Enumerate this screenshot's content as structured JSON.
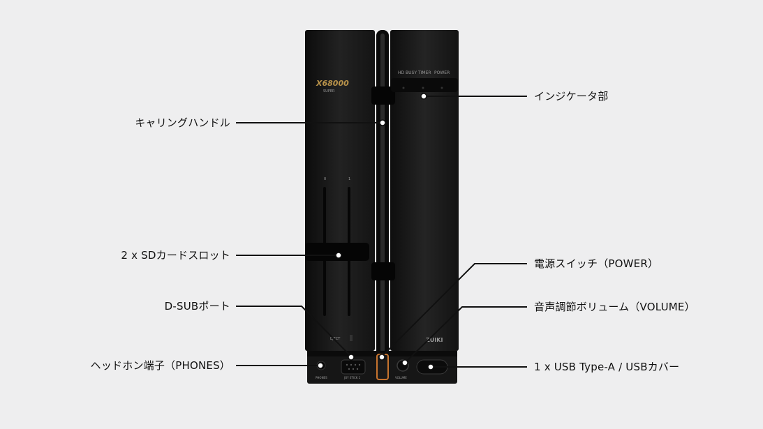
{
  "callouts": {
    "carrying_handle": "キャリングハンドル",
    "sd_slots": "2 x SDカードスロット",
    "dsub_port": "D-SUBポート",
    "phones": "ヘッドホン端子（PHONES）",
    "indicators": "インジケータ部",
    "power_switch": "電源スイッチ（POWER）",
    "volume": "音声調節ボリューム（VOLUME）",
    "usb": "1 x USB Type-A / USBカバー"
  },
  "device": {
    "logo": "X68000",
    "logo_sub": "SUPER",
    "indicator_labels": [
      "HD BUSY",
      "TIMER",
      "POWER"
    ],
    "slot_numbers": [
      "0",
      "1"
    ],
    "eject_label": "EJECT",
    "brand": "ZUIKI",
    "port_labels": [
      "PHONES",
      "JOY STICK 1",
      "VOLUME"
    ]
  },
  "colors": {
    "background": "#eeeeef",
    "device_body": "#1b1b1b",
    "callout_line": "#111111",
    "logo_gold": "#b8924a",
    "power_switch_orange": "#c8742e"
  }
}
